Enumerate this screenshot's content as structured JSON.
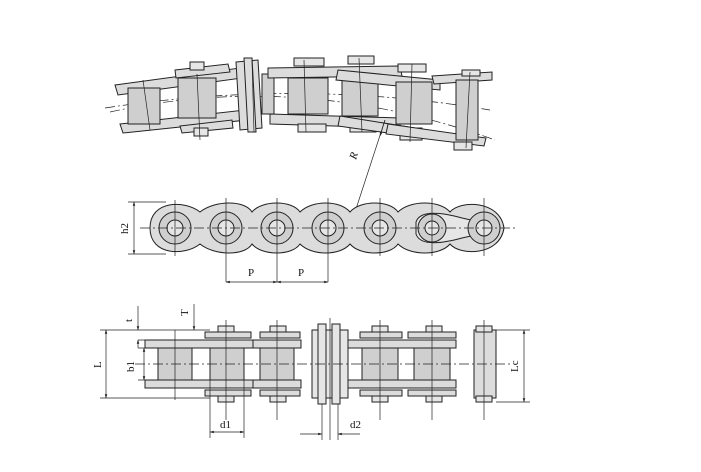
{
  "labels": {
    "radius": "R",
    "height": "h2",
    "pitch_1": "P",
    "pitch_2": "P",
    "thickness_t": "t",
    "thickness_T": "T",
    "overall_length": "L",
    "inner_width": "b1",
    "connecting_length": "Lc",
    "roller_diameter": "d1",
    "pin_diameter": "d2"
  },
  "colors": {
    "line": "#222222",
    "plate_fill": "#dcdcdc",
    "roller_fill": "#cfcfcf",
    "background": "#ffffff"
  }
}
